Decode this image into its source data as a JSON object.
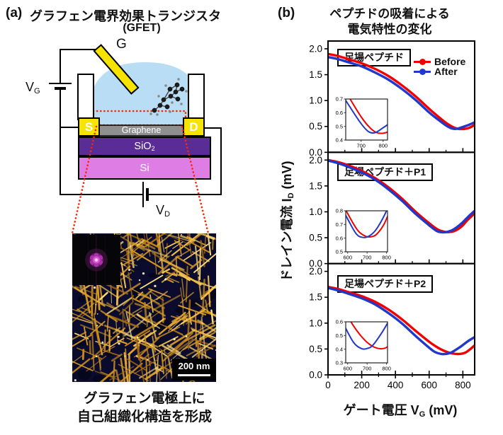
{
  "colors": {
    "before_red": "#f20000",
    "after_blue": "#2038cc",
    "droplet_blue": "#b9ddf4",
    "electrode_yellow": "#f6e400",
    "graphene_gray": "#8f8f8f",
    "sio2_purple": "#5a2d96",
    "si_violet": "#de7de4",
    "highlight_dotted_red": "#ff2400",
    "afm_background": "#0b0b2e",
    "afm_fiber_gold": "#e8a82e"
  },
  "panel_a": {
    "label": "(a)",
    "title": "グラフェン電界効果トランジスタ",
    "subtitle": "(GFET)",
    "schematic": {
      "gate": "G",
      "source": "S",
      "drain": "D",
      "graphene": "Graphene",
      "sio2_base": "SiO",
      "sio2_sub": "2",
      "si": "Si",
      "vg_base": "V",
      "vg_sub": "G",
      "vd_base": "V",
      "vd_sub": "D"
    },
    "afm_scale_bar": "200 nm",
    "caption_line1": "グラフェン電極上に",
    "caption_line2": "自己組織化構造を形成"
  },
  "panel_b": {
    "label": "(b)",
    "title_line1": "ペプチドの吸着による",
    "title_line2": "電気特性の変化",
    "y_axis_base": "ドレイン電流 I",
    "y_axis_sub": "D",
    "y_axis_unit": " (mV)",
    "x_axis_base": "ゲート電圧 V",
    "x_axis_sub": "G",
    "x_axis_unit": " (mV)",
    "legend": [
      {
        "label": "Before",
        "color": "#f20000"
      },
      {
        "label": "After",
        "color": "#2038cc"
      }
    ]
  },
  "chart_data": [
    {
      "type": "line",
      "label": "足場ペプチド",
      "xlabel": "ゲート電圧 VG (mV)",
      "ylabel": "ドレイン電流 ID (mV)",
      "xlim": [
        0,
        870
      ],
      "ylim": [
        0,
        2.15
      ],
      "xticks": [
        0,
        200,
        400,
        600,
        800
      ],
      "xminor": [
        100,
        300,
        500,
        700
      ],
      "yticks": [
        0.0,
        0.5,
        1.0,
        1.5,
        2.0
      ],
      "grid": false,
      "legend_position": "top-right",
      "series": [
        {
          "name": "Before",
          "color": "#f20000",
          "x": [
            0,
            60,
            120,
            200,
            280,
            360,
            440,
            520,
            600,
            650,
            700,
            740,
            770,
            800,
            835,
            870
          ],
          "y": [
            1.9,
            1.86,
            1.8,
            1.72,
            1.61,
            1.47,
            1.29,
            1.08,
            0.84,
            0.7,
            0.57,
            0.49,
            0.455,
            0.45,
            0.47,
            0.53
          ]
        },
        {
          "name": "After",
          "color": "#2038cc",
          "x": [
            0,
            60,
            120,
            200,
            280,
            360,
            440,
            520,
            600,
            650,
            700,
            735,
            765,
            800,
            835,
            870
          ],
          "y": [
            1.84,
            1.8,
            1.74,
            1.66,
            1.54,
            1.4,
            1.22,
            1.01,
            0.77,
            0.64,
            0.52,
            0.46,
            0.455,
            0.49,
            0.53,
            0.58
          ]
        }
      ],
      "inset": {
        "xlim": [
          630,
          820
        ],
        "ylim": [
          0.4,
          0.7
        ],
        "xticks": [
          700,
          800
        ],
        "yticks": [
          0.4,
          0.5,
          0.6,
          0.7
        ]
      }
    },
    {
      "type": "line",
      "label": "足場ペプチド＋P1",
      "xlim": [
        0,
        870
      ],
      "ylim": [
        0,
        2.15
      ],
      "xticks": [
        0,
        200,
        400,
        600,
        800
      ],
      "xminor": [
        100,
        300,
        500,
        700
      ],
      "yticks": [
        0.0,
        0.5,
        1.0,
        1.5,
        2.0
      ],
      "series": [
        {
          "name": "Before",
          "color": "#f20000",
          "x": [
            0,
            60,
            120,
            200,
            280,
            360,
            440,
            520,
            600,
            650,
            690,
            720,
            750,
            790,
            830,
            870
          ],
          "y": [
            2.0,
            1.96,
            1.9,
            1.79,
            1.65,
            1.47,
            1.25,
            1.0,
            0.78,
            0.66,
            0.615,
            0.61,
            0.63,
            0.71,
            0.85,
            0.97
          ]
        },
        {
          "name": "After",
          "color": "#2038cc",
          "x": [
            0,
            60,
            120,
            200,
            280,
            360,
            440,
            520,
            600,
            645,
            680,
            710,
            745,
            790,
            830,
            870
          ],
          "y": [
            1.99,
            1.94,
            1.87,
            1.76,
            1.62,
            1.43,
            1.21,
            0.96,
            0.74,
            0.63,
            0.605,
            0.615,
            0.66,
            0.77,
            0.9,
            1.02
          ]
        }
      ],
      "inset": {
        "xlim": [
          590,
          805
        ],
        "ylim": [
          0.5,
          0.8
        ],
        "xticks": [
          600,
          700,
          800
        ],
        "yticks": [
          0.5,
          0.6,
          0.7,
          0.8
        ]
      }
    },
    {
      "type": "line",
      "label": "足場ペプチド＋P2",
      "xlim": [
        0,
        870
      ],
      "ylim": [
        0,
        2.15
      ],
      "xticks": [
        0,
        200,
        400,
        600,
        800
      ],
      "xminor": [
        100,
        300,
        500,
        700
      ],
      "yticks": [
        0.0,
        0.5,
        1.0,
        1.5,
        2.0
      ],
      "series": [
        {
          "name": "Before",
          "color": "#f20000",
          "x": [
            0,
            60,
            120,
            200,
            280,
            360,
            440,
            520,
            600,
            650,
            700,
            745,
            785,
            815,
            845,
            870
          ],
          "y": [
            1.7,
            1.66,
            1.6,
            1.52,
            1.41,
            1.26,
            1.07,
            0.85,
            0.64,
            0.53,
            0.45,
            0.41,
            0.405,
            0.43,
            0.5,
            0.57
          ]
        },
        {
          "name": "After",
          "color": "#2038cc",
          "x": [
            0,
            60,
            120,
            200,
            280,
            360,
            440,
            520,
            580,
            630,
            670,
            700,
            730,
            780,
            830,
            870
          ],
          "y": [
            1.68,
            1.63,
            1.57,
            1.48,
            1.36,
            1.19,
            0.99,
            0.75,
            0.58,
            0.45,
            0.405,
            0.405,
            0.43,
            0.53,
            0.65,
            0.73
          ]
        }
      ],
      "inset": {
        "xlim": [
          590,
          805
        ],
        "ylim": [
          0.3,
          0.6
        ],
        "xticks": [
          600,
          700,
          800
        ],
        "yticks": [
          0.3,
          0.4,
          0.5,
          0.6
        ]
      }
    }
  ]
}
